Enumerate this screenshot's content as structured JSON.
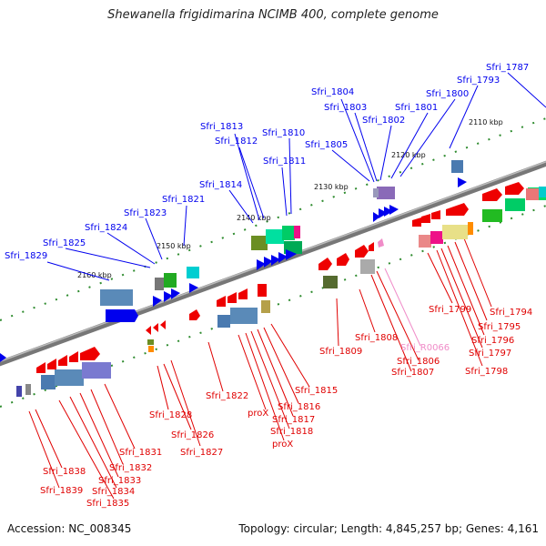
{
  "title": "Shewanella frigidimarina NCIMB 400, complete genome",
  "footer": {
    "accession": "Accession: NC_008345",
    "topology": "Topology: circular; Length: 4,845,257 bp; Genes: 4,161"
  },
  "scale": {
    "kbp_labels": [
      "2110 kbp",
      "2120 kbp",
      "2130 kbp",
      "2140 kbp",
      "2150 kbp",
      "2160 kbp"
    ]
  },
  "genes_top": [
    "Sfri_1787",
    "Sfri_1793",
    "Sfri_1800",
    "Sfri_1801",
    "Sfri_1802",
    "Sfri_1803",
    "Sfri_1804",
    "Sfri_1805",
    "Sfri_1810",
    "Sfri_1811",
    "Sfri_1812",
    "Sfri_1813",
    "Sfri_1814",
    "Sfri_1821",
    "Sfri_1823",
    "Sfri_1824",
    "Sfri_1825",
    "Sfri_1829"
  ],
  "genes_bottom": [
    "Sfri_1794",
    "Sfri_1795",
    "Sfri_1796",
    "Sfri_1797",
    "Sfri_1798",
    "Sfri_1799",
    "Sfri_R0066",
    "Sfri_1806",
    "Sfri_1807",
    "Sfri_1808",
    "Sfri_1809",
    "Sfri_1815",
    "Sfri_1816",
    "Sfri_1817",
    "Sfri_1818",
    "proX",
    "proX",
    "Sfri_1822",
    "Sfri_1826",
    "Sfri_1827",
    "Sfri_1828",
    "Sfri_1831",
    "Sfri_1832",
    "Sfri_1833",
    "Sfri_1834",
    "Sfri_1835",
    "Sfri_1838",
    "Sfri_1839"
  ],
  "colors": {
    "forward": "#0000ee",
    "reverse": "#ee0000",
    "rna": "#f08cc8",
    "backbone": "#8a8a8a",
    "tick": "#2e8b2e"
  }
}
